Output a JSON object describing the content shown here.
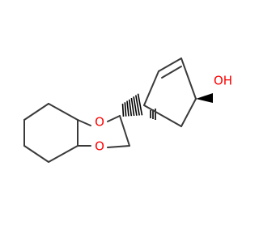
{
  "molecule": {
    "atoms": [
      {
        "id": "o_ring_top",
        "symbol": "O"
      },
      {
        "id": "o_ring_bottom",
        "symbol": "O"
      },
      {
        "id": "o_hydroxyl",
        "symbol": "OH"
      }
    ],
    "bonds": {
      "single": [
        "cyclohexane_ring",
        "spiro_c_to_o_top",
        "spiro_c_to_o_bottom",
        "o_top_to_c_stereo",
        "c_stereo_to_ch2",
        "ch2_to_o_bottom",
        "cyclopentene_ring"
      ],
      "double": [
        "cyclopentene_c_eq_c"
      ],
      "stereo": [
        {
          "id": "dioxolane_to_cyclopentene",
          "style": "hash"
        },
        {
          "id": "cyclopentene_c_h",
          "style": "hash"
        },
        {
          "id": "c_to_oh",
          "style": "wedge"
        }
      ]
    },
    "colors": {
      "bond": "#3a3a3a",
      "stereo": "#000000",
      "heteroatom": "#ff0000"
    }
  }
}
